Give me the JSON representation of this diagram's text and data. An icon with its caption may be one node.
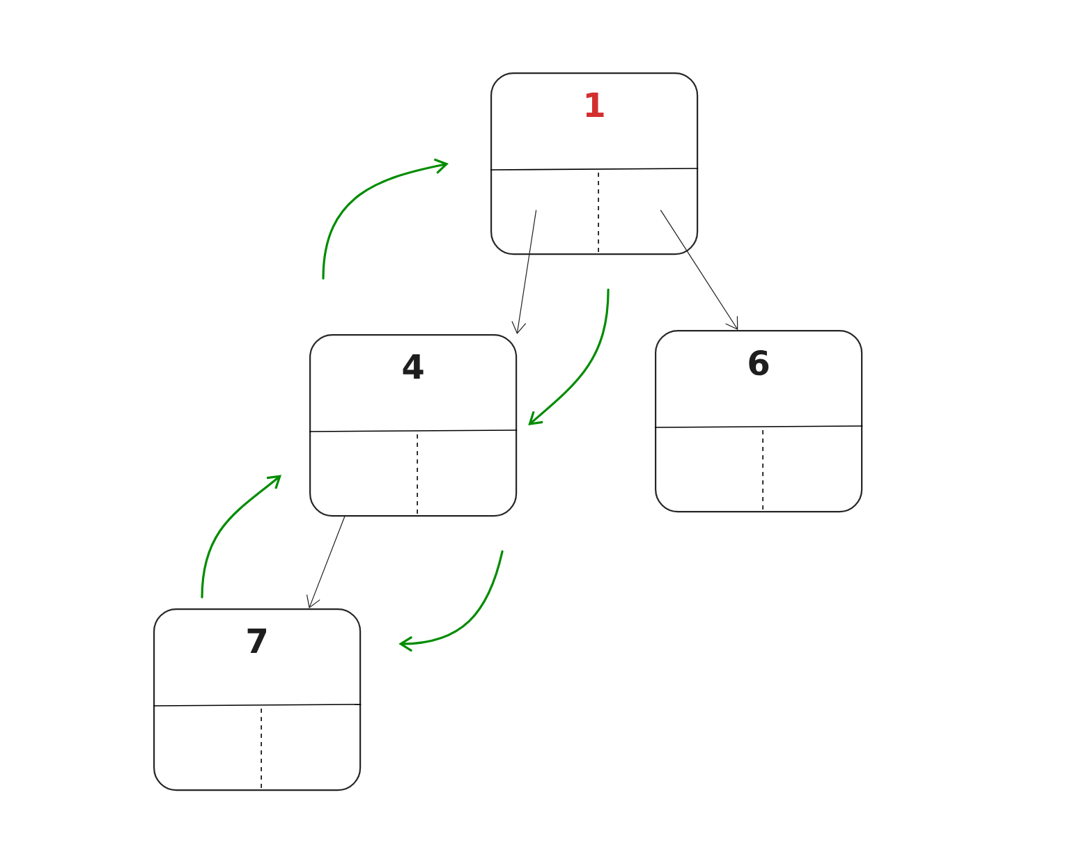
{
  "diagram": {
    "nodes": [
      {
        "text": [
          "1"
        ]
      },
      {
        "text": [
          "4"
        ]
      },
      {
        "text": [
          "6"
        ]
      },
      {
        "text": [
          "7"
        ]
      }
    ],
    "edges": [
      {
        "from": 0,
        "to": 1,
        "arrow": "to",
        "color": "#1e1e1e"
      },
      {
        "from": 0,
        "to": 2,
        "arrow": "to",
        "color": "#1e1e1e"
      },
      {
        "from": 1,
        "to": 3,
        "arrow": "to",
        "color": "#1e1e1e"
      },
      {
        "from": 3,
        "to": 1,
        "arrow": "to"
      },
      {
        "from": 1,
        "to": 0,
        "arrow": "to"
      },
      {
        "from": 0,
        "to": 1,
        "arrow": "to"
      },
      {
        "from": 1,
        "to": 3,
        "arrow": "to"
      }
    ]
  }
}
